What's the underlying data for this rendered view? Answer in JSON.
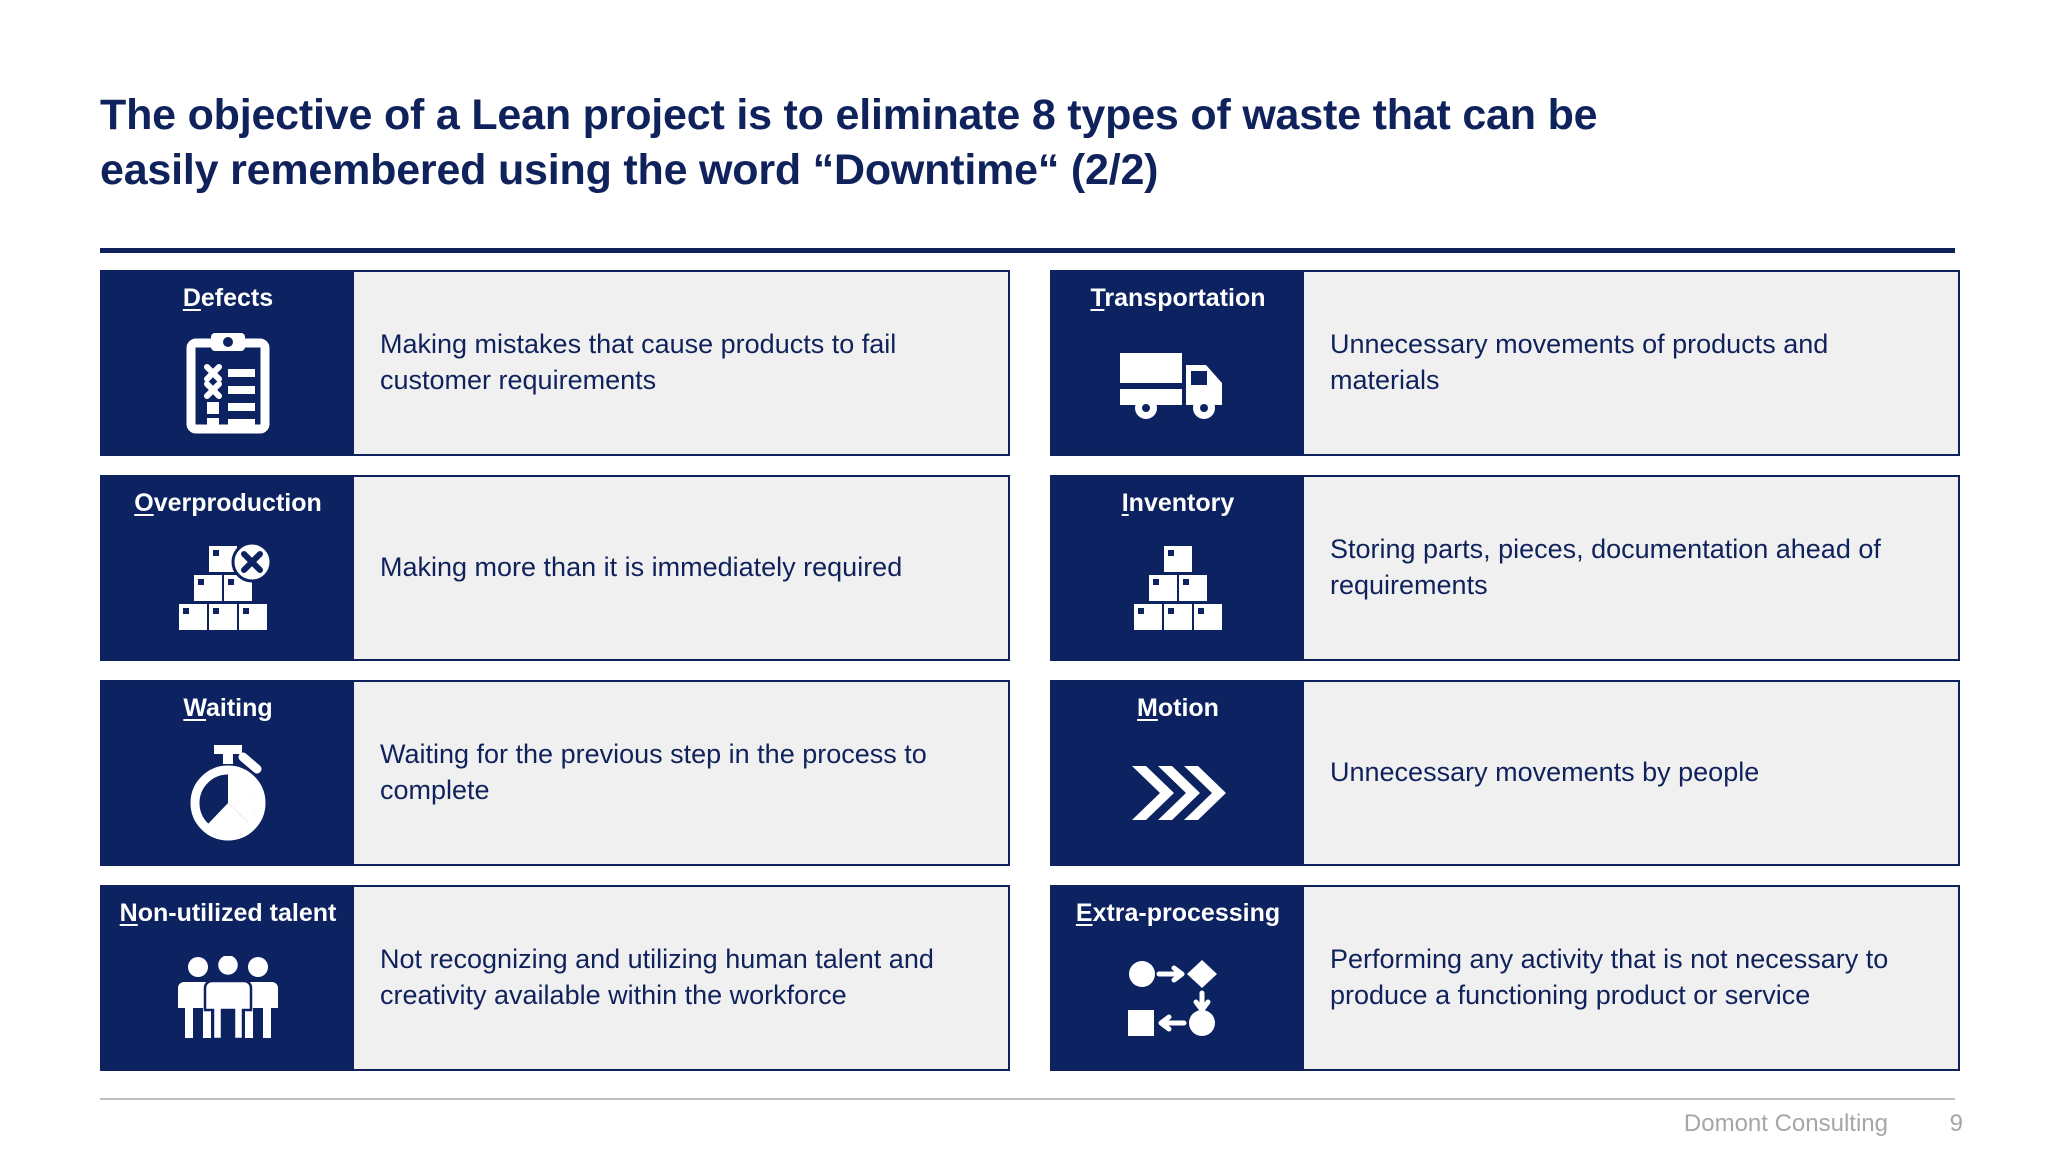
{
  "slide": {
    "title_line1": "The objective of a Lean project is to eliminate 8 types of waste that can be",
    "title_line2": "easily remembered using the word “Downtime“ (2/2)",
    "accent_color": "#10225c",
    "panel_color": "#0d2260",
    "desc_bg_color": "#f0f0f0"
  },
  "cards": [
    {
      "initial": "D",
      "rest": "efects",
      "title_full": "Defects",
      "icon": "clipboard-checklist-icon",
      "description": "Making mistakes that cause products to fail customer requirements"
    },
    {
      "initial": "T",
      "rest": "ransportation",
      "title_full": "Transportation",
      "icon": "delivery-truck-icon",
      "description": "Unnecessary movements of products and materials"
    },
    {
      "initial": "O",
      "rest": "verproduction",
      "title_full": "Overproduction",
      "icon": "boxes-stack-with-x-badge-icon",
      "description": "Making more than it is immediately required"
    },
    {
      "initial": "I",
      "rest": "nventory",
      "title_full": "Inventory",
      "icon": "boxes-stack-icon",
      "description": "Storing parts, pieces, documentation ahead of requirements"
    },
    {
      "initial": "W",
      "rest": "aiting",
      "title_full": "Waiting",
      "icon": "stopwatch-icon",
      "description": "Waiting for the previous step in the process to complete"
    },
    {
      "initial": "M",
      "rest": "otion",
      "title_full": "Motion",
      "icon": "triple-chevron-icon",
      "description": "Unnecessary movements by people"
    },
    {
      "initial": "N",
      "rest": "on-utilized talent",
      "title_full": "Non-utilized talent",
      "icon": "three-people-icon",
      "description": "Not recognizing and utilizing human talent and creativity available within the workforce"
    },
    {
      "initial": "E",
      "rest": "xtra-processing",
      "title_full": "Extra-processing",
      "icon": "process-flow-diagram-icon",
      "description": "Performing any activity that is not necessary to produce a functioning product or service"
    }
  ],
  "footer": {
    "brand": "Domont Consulting",
    "page_number": "9"
  }
}
